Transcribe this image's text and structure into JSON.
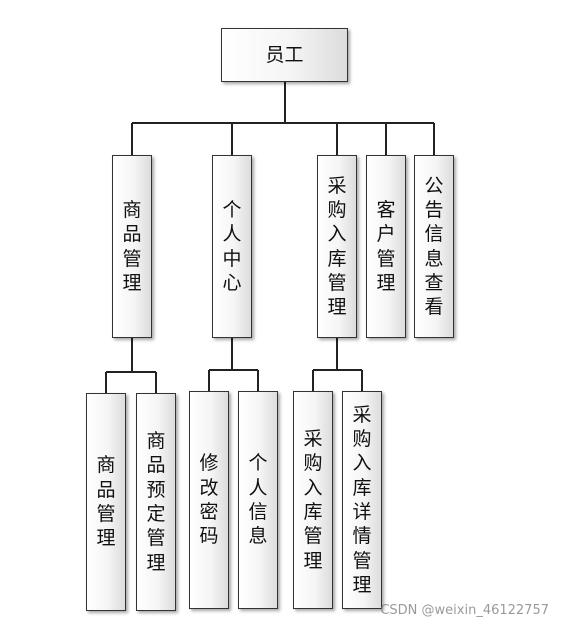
{
  "diagram": {
    "root": {
      "label": "员工"
    },
    "level1": [
      {
        "label": "商品管理"
      },
      {
        "label": "个人中心"
      },
      {
        "label": "采购入库管理"
      },
      {
        "label": "客户管理"
      },
      {
        "label": "公告信息查看"
      }
    ],
    "level2": [
      {
        "label": "商品管理"
      },
      {
        "label": "商品预定管理"
      },
      {
        "label": "修改密码"
      },
      {
        "label": "个人信息"
      },
      {
        "label": "采购入库管理"
      },
      {
        "label": "采购入库详情管理"
      }
    ]
  },
  "watermark": {
    "text": "CSDN @weixin_46122757"
  }
}
